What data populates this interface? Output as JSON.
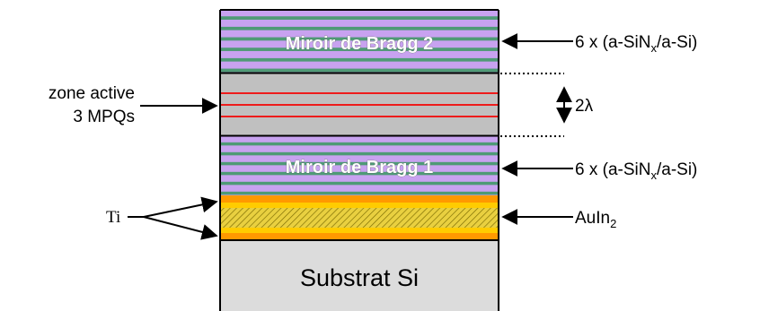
{
  "colors": {
    "mirror_purple": "#c8a2f0",
    "mirror_green": "#4f9a76",
    "active_gray": "#c0c0c0",
    "qw_red": "#ee1c1c",
    "ti_yellow": "#ffcc00",
    "ti_orange": "#ff9900",
    "auin2_hatch": "#d8c000",
    "substrate_gray": "#dcdcdc"
  },
  "labels": {
    "mirror_top": "Miroir de Bragg 2",
    "mirror_bottom": "Miroir de Bragg 1",
    "substrate": "Substrat Si",
    "active_zone_line1": "zone active",
    "active_zone_line2": "3 MPQs",
    "ti": "Ti",
    "top_mirror_ann": "6 x (a-SiN",
    "top_mirror_ann_sub": "x",
    "top_mirror_ann_end": "/a-Si)",
    "bottom_mirror_ann": "6 x (a-SiN",
    "bottom_mirror_ann_sub": "x",
    "bottom_mirror_ann_end": "/a-Si)",
    "auin2_ann": "AuIn",
    "auin2_ann_sub": "2",
    "cavity_thickness": "2λ"
  },
  "structure": {
    "mirror_pairs": 6,
    "quantum_wells": 3
  }
}
